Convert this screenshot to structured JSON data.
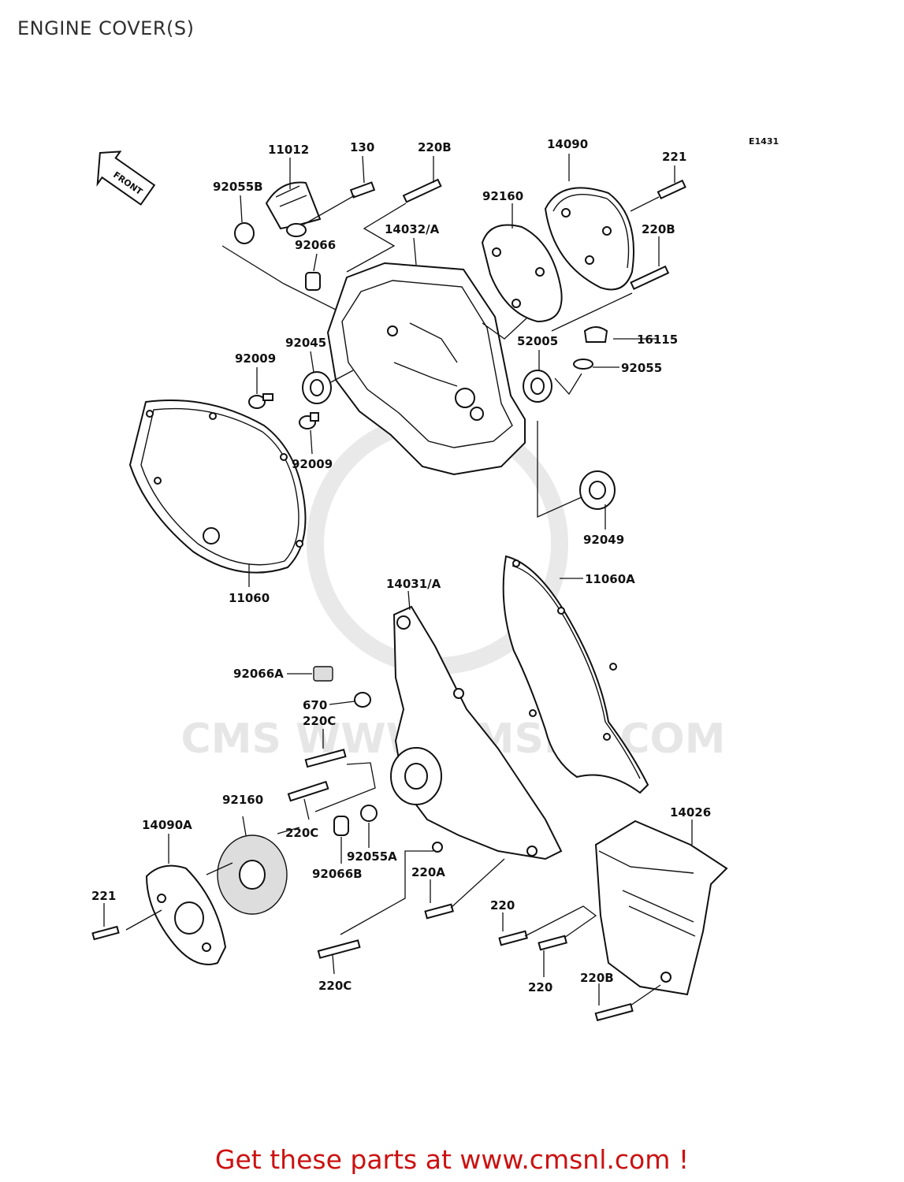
{
  "page": {
    "title": "ENGINE COVER(S)",
    "call_to_action": "Get these parts at www.cmsnl.com !"
  },
  "diagram": {
    "code": "E1431",
    "front_label": "FRONT",
    "watermark": "CMS WWW.CMSNL.COM",
    "labels": {
      "l11012": "11012",
      "l130": "130",
      "l220B_top": "220B",
      "l14090": "14090",
      "l221_top": "221",
      "l92055B": "92055B",
      "l92160_top": "92160",
      "l14032A": "14032/A",
      "l220B_right": "220B",
      "l92066": "92066",
      "l52005": "52005",
      "l16115": "16115",
      "l92045": "92045",
      "l92009_a": "92009",
      "l92055": "92055",
      "l92009_b": "92009",
      "l92049": "92049",
      "l11060": "11060",
      "l14031A": "14031/A",
      "l11060A": "11060A",
      "l92066A": "92066A",
      "l670": "670",
      "l220C_a": "220C",
      "l92160_bottom": "92160",
      "l220C_b": "220C",
      "l14026": "14026",
      "l14090A": "14090A",
      "l92055A": "92055A",
      "l92066B": "92066B",
      "l220A": "220A",
      "l221_bottom": "221",
      "l220_a": "220",
      "l220C_c": "220C",
      "l220_b": "220",
      "l220B_bottom": "220B"
    }
  }
}
